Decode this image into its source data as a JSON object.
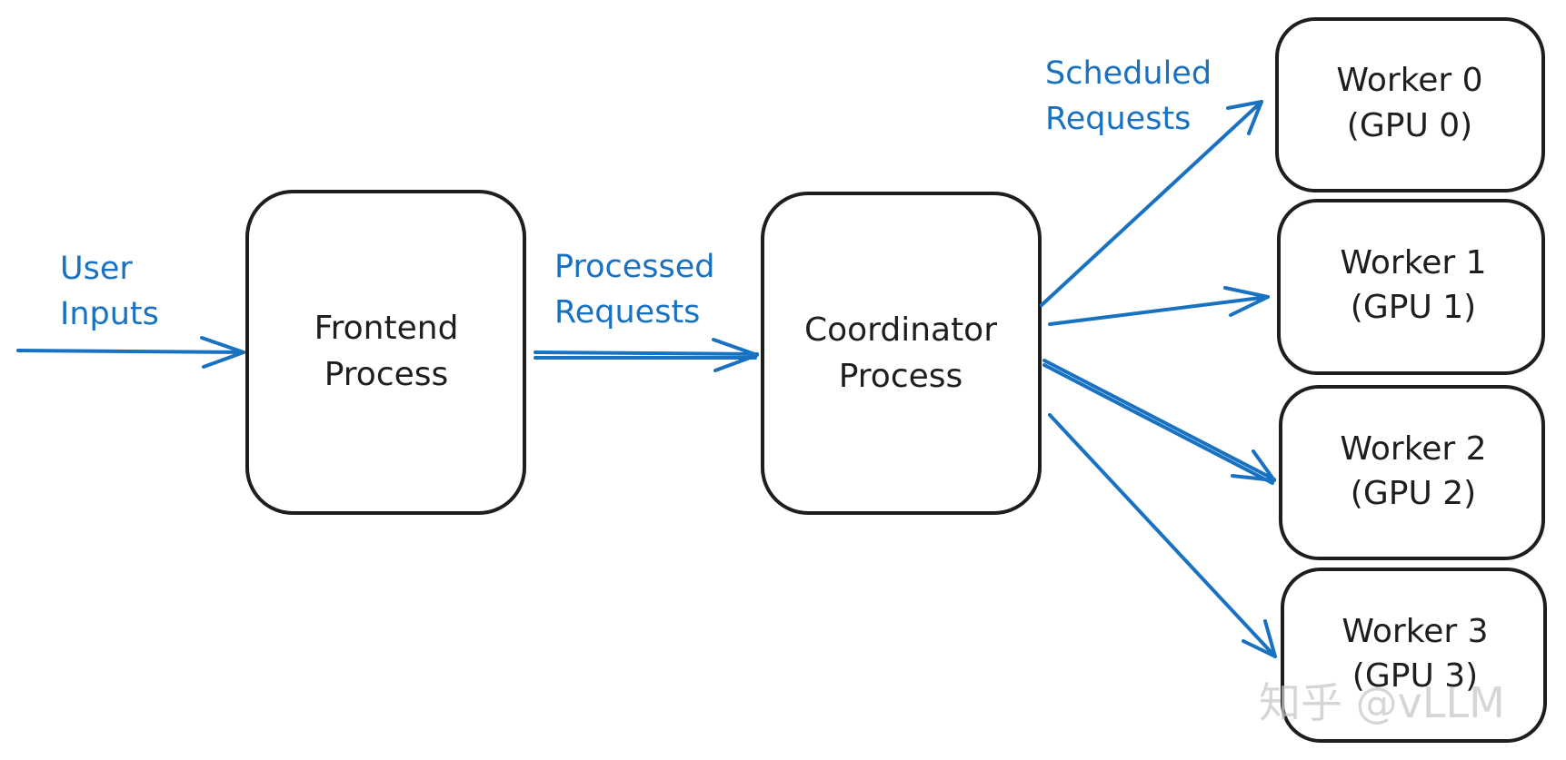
{
  "diagram": {
    "nodes": [
      {
        "id": "frontend",
        "lines": [
          "Frontend",
          "Process"
        ]
      },
      {
        "id": "coordinator",
        "lines": [
          "Coordinator",
          "Process"
        ]
      },
      {
        "id": "worker0",
        "lines": [
          "Worker 0",
          "(GPU 0)"
        ]
      },
      {
        "id": "worker1",
        "lines": [
          "Worker 1",
          "(GPU 1)"
        ]
      },
      {
        "id": "worker2",
        "lines": [
          "Worker 2",
          "(GPU 2)"
        ]
      },
      {
        "id": "worker3",
        "lines": [
          "Worker 3",
          "(GPU 3)"
        ]
      }
    ],
    "edges": [
      {
        "from": "",
        "to": "frontend",
        "label": [
          "User",
          "Inputs"
        ]
      },
      {
        "from": "frontend",
        "to": "coordinator",
        "label": [
          "Processed",
          "Requests"
        ]
      },
      {
        "from": "coordinator",
        "to": "worker0",
        "label": [
          "Scheduled",
          "Requests"
        ]
      },
      {
        "from": "coordinator",
        "to": "worker1",
        "label": []
      },
      {
        "from": "coordinator",
        "to": "worker2",
        "label": []
      },
      {
        "from": "coordinator",
        "to": "worker3",
        "label": []
      }
    ],
    "colors": {
      "node_stroke": "#1e1e1e",
      "edge": "#1971c2",
      "background": "#ffffff"
    }
  },
  "watermark": {
    "text": "知乎 @vLLM"
  }
}
